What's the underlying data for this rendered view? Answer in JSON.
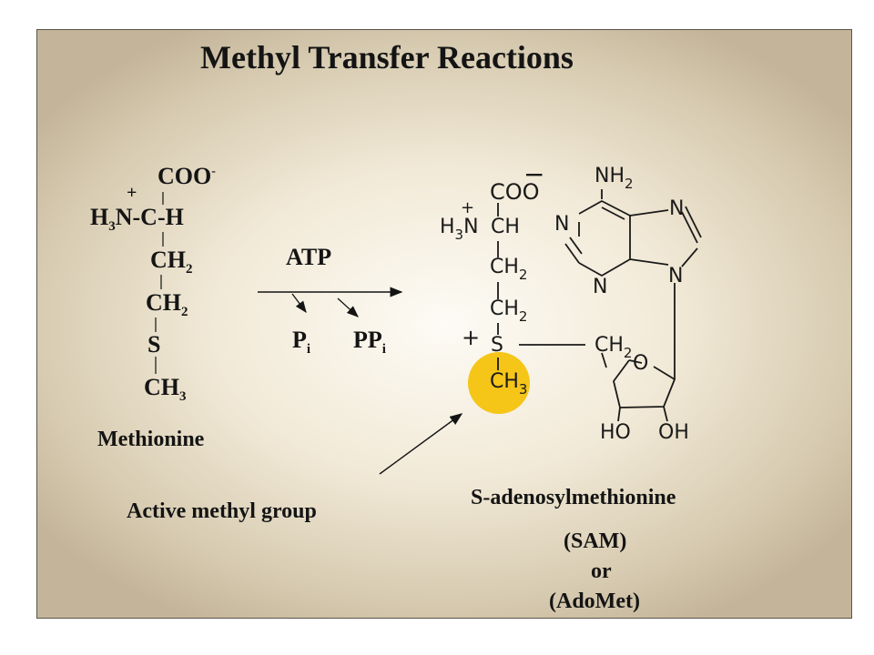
{
  "title": "Methyl Transfer Reactions",
  "methionine": {
    "coo": "COO",
    "coo_charge": "-",
    "plus": "+",
    "h3n_h": "H",
    "h3n_3": "3",
    "h3n_rest": "N-C-H",
    "ch2a_c": "CH",
    "ch2a_2": "2",
    "ch2b_c": "CH",
    "ch2b_2": "2",
    "s": "S",
    "ch3_c": "CH",
    "ch3_3": "3",
    "name": "Methionine"
  },
  "reaction": {
    "atp": "ATP",
    "pi_p": "P",
    "pi_i": "i",
    "ppi_pp": "PP",
    "ppi_i": "i"
  },
  "sam": {
    "coo": "COO",
    "coo_charge": "−",
    "plus_amine": "+",
    "h3n_h": "H",
    "h3n_3": "3",
    "h3n_n": "N",
    "ch": "CH",
    "ch2a_c": "CH",
    "ch2a_2": "2",
    "ch2b_c": "CH",
    "ch2b_2": "2",
    "plus_s": "+",
    "s": "S",
    "ch3_c": "CH",
    "ch3_3": "3",
    "nh2_n": "NH",
    "nh2_2": "2",
    "ring_n1": "N",
    "ring_n3": "N",
    "ring_n7": "N",
    "ring_n9": "N",
    "ribose_ch2_c": "CH",
    "ribose_ch2_2": "2",
    "ribose_o": "O",
    "ribose_ho": "HO",
    "ribose_oh": "OH",
    "name": "S-adenosylmethionine",
    "abbr1": "(SAM)",
    "or": "or",
    "abbr2": "(AdoMet)"
  },
  "callout": "Active methyl group",
  "colors": {
    "highlight": "#f5c518",
    "text": "#141414",
    "frame": "#5a5348"
  }
}
